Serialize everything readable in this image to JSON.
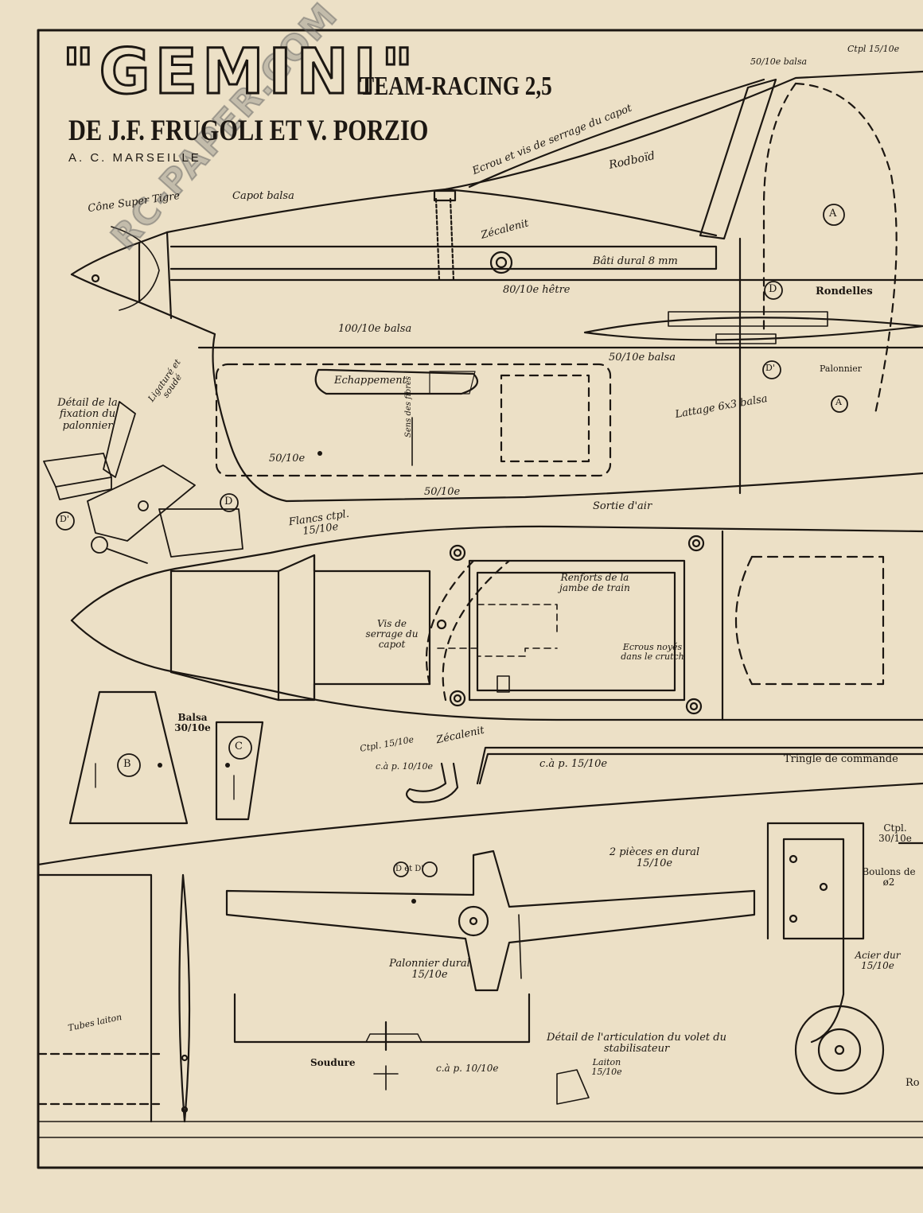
{
  "title": {
    "name": "\"GEMINI\"",
    "class": "TEAM-RACING 2,5",
    "authors": "DE J.F. FRUGOLI ET V. PORZIO",
    "club": "A. C. MARSEILLE"
  },
  "watermark": "RC-PAPER.COM",
  "labels": {
    "cone": "Cône Super Tigre",
    "capot": "Capot balsa",
    "ecrou_vis": "Ecrou et vis de serrage du capot",
    "rodboid": "Rodboïd",
    "ctpl_15_top": "Ctpl 15/10e",
    "balsa_50_top": "50/10e balsa",
    "zecalenit_1": "Zécalenit",
    "bati": "Bâti dural 8 mm",
    "hetre": "80/10e hêtre",
    "balsa_100": "100/10e balsa",
    "rondelles": "Rondelles",
    "balsa_50_mid": "50/10e balsa",
    "palonnier": "Palonnier",
    "echappement": "Echappement",
    "sens_fibres": "Sens des fibres",
    "lattage": "Lattage 6x3 balsa",
    "detail_fix": "Détail de la fixation du palonnier",
    "ligature": "Ligaturé et soudé",
    "balsa_50_a": "50/10e",
    "balsa_50_b": "50/10e",
    "sortie_air": "Sortie d'air",
    "flancs": "Flancs ctpl. 15/10e",
    "renforts": "Renforts de la jambe de train",
    "vis_serrage": "Vis de serrage du capot",
    "ecrous": "Ecrous noyés dans le crutch",
    "balsa_30": "Balsa 30/10e",
    "ctpl_15_bot": "Ctpl. 15/10e",
    "zecalenit_2": "Zécalenit",
    "cap_10": "c.à p. 10/10e",
    "cap_15": "c.à p. 15/10e",
    "tringle": "Tringle de commande",
    "pieces_dural": "2 pièces en dural 15/10e",
    "palonnier_dural": "Palonnier dural 15/10e",
    "ctpl_30": "Ctpl. 30/10e",
    "boulons": "Boulons de ø2",
    "acier": "Acier dur 15/10e",
    "tubes": "Tubes laiton",
    "soudure": "Soudure",
    "cap_10_b": "c.à p. 10/10e",
    "detail_art": "Détail de l'articulation du volet du stabilisateur",
    "laiton": "Laiton 15/10e",
    "ro": "Ro"
  },
  "markers": {
    "A": "A",
    "B": "B",
    "C": "C",
    "D": "D",
    "Dp": "D'",
    "DetD": "D et D'"
  },
  "colors": {
    "paper": "#ece0c6",
    "ink": "#1c1712"
  }
}
